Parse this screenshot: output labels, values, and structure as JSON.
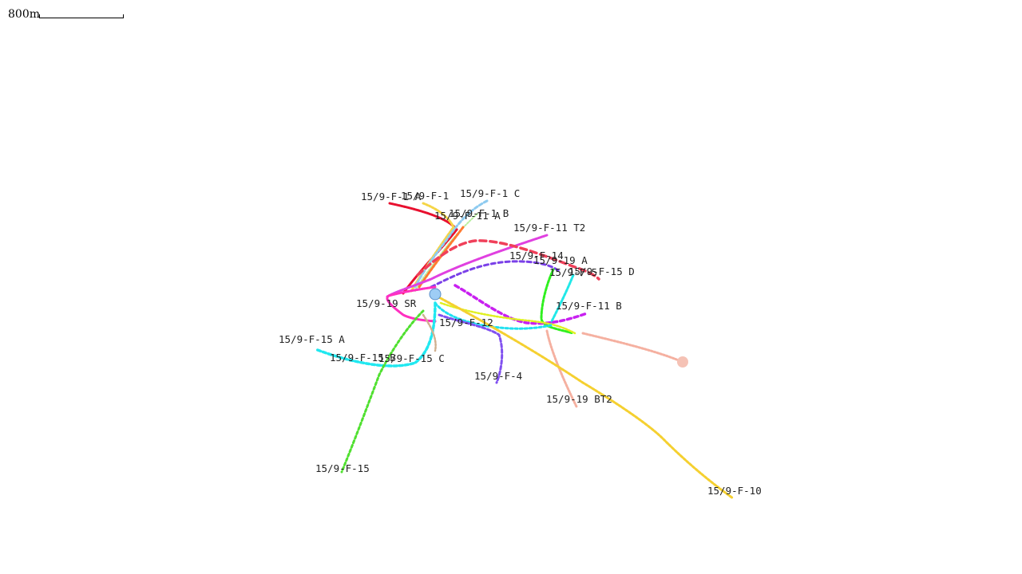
{
  "scale": {
    "label": "800m"
  },
  "platform_marker": {
    "color": "#9ecdf5",
    "stroke": "#5a8fc9"
  },
  "remote_marker": {
    "color": "#f5c2b5"
  },
  "wells": [
    {
      "id": "w-f1a",
      "label": "15/9-F-1 A",
      "color": "#e8102f"
    },
    {
      "id": "w-f1",
      "label": "15/9-F-1",
      "color": "#f5d547"
    },
    {
      "id": "w-f1c",
      "label": "15/9-F-1 C",
      "color": "#8ecbf0"
    },
    {
      "id": "w-f1b",
      "label": "15/9-F-1 B",
      "color": "#b8f0a0"
    },
    {
      "id": "w-f11a",
      "label": "15/9-F-11 A",
      "color": "#ff7a30"
    },
    {
      "id": "w-f11t2",
      "label": "15/9-F-11 T2",
      "color": "#e040e0"
    },
    {
      "id": "w-f14",
      "label": "15/9-F-14",
      "color": "#f0405a"
    },
    {
      "id": "w-19a",
      "label": "15/9-19 A",
      "color": "#7a40e8"
    },
    {
      "id": "w-f5",
      "label": "15/9-F-5",
      "color": "#30f020"
    },
    {
      "id": "w-f15d",
      "label": "15/9-F-15 D",
      "color": "#20e8e8"
    },
    {
      "id": "w-f11b",
      "label": "15/9-F-11 B",
      "color": "#c820f0"
    },
    {
      "id": "w-19sr",
      "label": "15/9-19 SR",
      "color": "#ff30c0"
    },
    {
      "id": "w-f12",
      "label": "15/9-F-12",
      "color": "#e0f020"
    },
    {
      "id": "w-f15a",
      "label": "15/9-F-15 A",
      "color": "#20e0f0"
    },
    {
      "id": "w-f15b",
      "label": "15/9-F-15 B",
      "color": "#a0a0a0"
    },
    {
      "id": "w-f15c",
      "label": "15/9-F-15 C",
      "color": "#d0b090"
    },
    {
      "id": "w-f4",
      "label": "15/9-F-4",
      "color": "#8050f0"
    },
    {
      "id": "w-19bt2",
      "label": "15/9-19 BT2",
      "color": "#f5b0a0"
    },
    {
      "id": "w-f15",
      "label": "15/9-F-15",
      "color": "#50e030"
    },
    {
      "id": "w-f10",
      "label": "15/9-F-10",
      "color": "#f5d030"
    }
  ]
}
